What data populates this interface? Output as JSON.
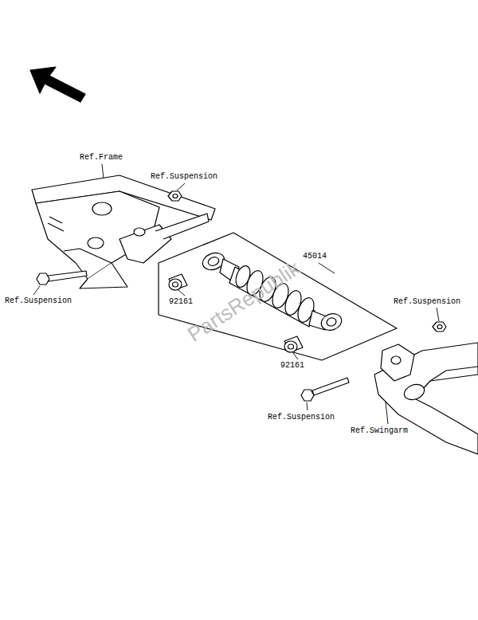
{
  "diagram": {
    "labels": [
      "Ref.Frame",
      "Ref.Suspension",
      "Ref.Suspension",
      "45014",
      "92161",
      "92161",
      "Ref.Suspension",
      "Ref.Suspension",
      "Ref.Swingarm",
      "PartsRepublik"
    ]
  }
}
